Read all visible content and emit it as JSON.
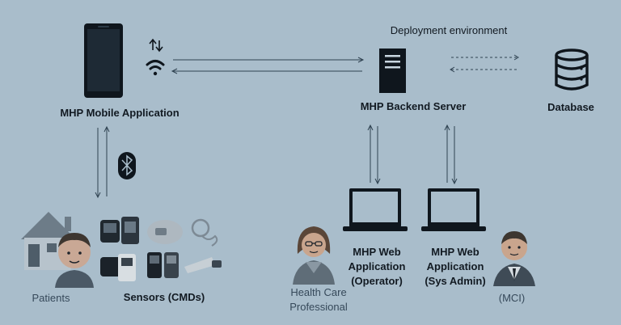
{
  "labels": {
    "deployment": "Deployment environment",
    "mobile_app": "MHP Mobile Application",
    "backend": "MHP Backend Server",
    "database": "Database",
    "patients": "Patients",
    "sensors": "Sensors (CMDs)",
    "hcp_line1": "Health Care",
    "hcp_line2": "Professional",
    "web_op_line1": "MHP Web",
    "web_op_line2": "Application",
    "web_op_line3": "(Operator)",
    "web_admin_line1": "MHP Web",
    "web_admin_line2": "Application",
    "web_admin_line3": "(Sys Admin)",
    "mci": "(MCI)"
  },
  "colors": {
    "background": "#a9bdcb",
    "device": "#0e141a",
    "line": "#2f4251"
  }
}
